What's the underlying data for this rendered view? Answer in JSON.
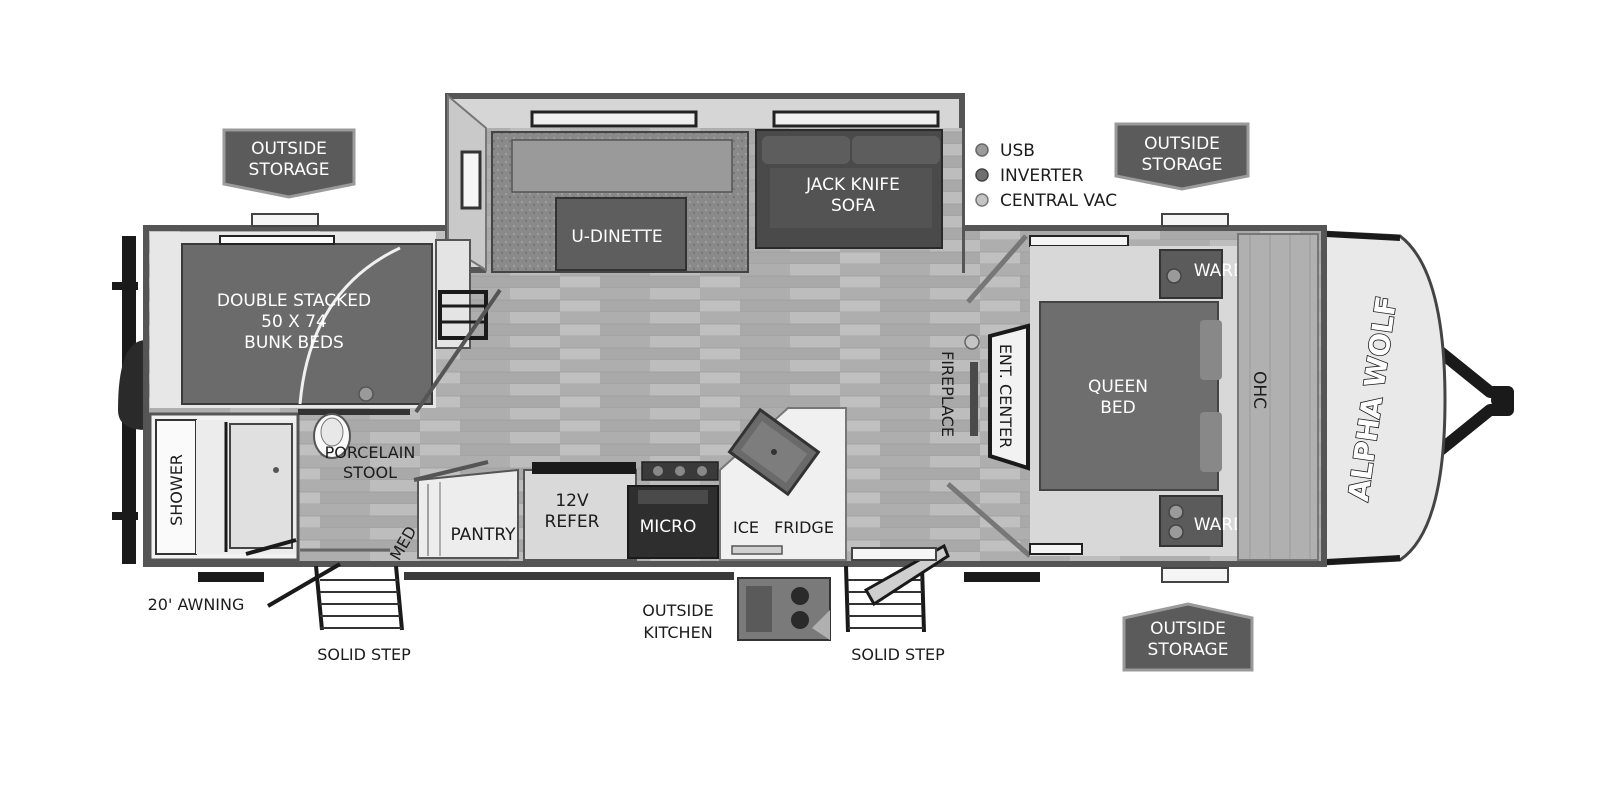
{
  "colors": {
    "wall": "#5a5a5a",
    "floor_wood": "#b4b4b4",
    "carpet": "#6e6e6e",
    "badge": "#5b5b5b",
    "cabinet": "#cfcfcf"
  },
  "badges": {
    "outside_storage_left": [
      "OUTSIDE",
      "STORAGE"
    ],
    "outside_storage_right_top": [
      "OUTSIDE",
      "STORAGE"
    ],
    "outside_storage_right_bottom": [
      "OUTSIDE",
      "STORAGE"
    ]
  },
  "legend": {
    "items": [
      {
        "label": "USB",
        "color": "#9a9a9a"
      },
      {
        "label": "INVERTER",
        "color": "#6f6f6f"
      },
      {
        "label": "CENTRAL VAC",
        "color": "#c4c4c4"
      }
    ]
  },
  "rooms": {
    "bunk": [
      "DOUBLE STACKED",
      "50 X 74",
      "BUNK BEDS"
    ],
    "dinette": "U-DINETTE",
    "sofa": [
      "JACK KNIFE",
      "SOFA"
    ],
    "stool": [
      "PORCELAIN",
      "STOOL"
    ],
    "shower": "SHOWER",
    "med": "MED",
    "pantry": "PANTRY",
    "refer": [
      "12V",
      "REFER"
    ],
    "micro": "MICRO",
    "ice": "ICE",
    "fridge": "FRIDGE",
    "fireplace": "FIREPLACE",
    "ent_center": "ENT. CENTER",
    "queen_bed": [
      "QUEEN",
      "BED"
    ],
    "ohc": "OHC",
    "ward_top": "WARD",
    "ward_bottom": "WARD"
  },
  "outside": {
    "awning": "20' AWNING",
    "step_left": "SOLID STEP",
    "step_right": "SOLID STEP",
    "kitchen": [
      "OUTSIDE",
      "KITCHEN"
    ]
  },
  "brand": "ALPHA WOLF"
}
